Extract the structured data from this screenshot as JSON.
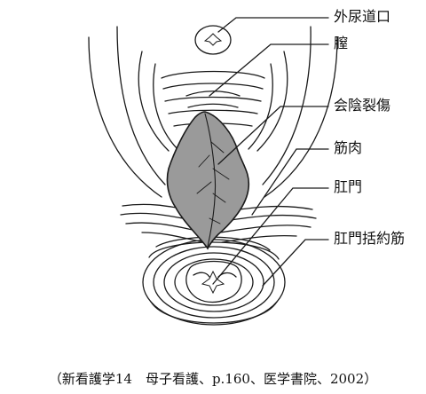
{
  "labels": {
    "external_urethral_orifice": "外尿道口",
    "vagina": "膣",
    "perineal_laceration": "会陰裂傷",
    "muscle": "筋肉",
    "anus": "肛門",
    "anal_sphincter": "肛門括約筋"
  },
  "caption": "（新看護学14　母子看護、p.160、医学書院、2002）",
  "colors": {
    "line": "#1a1a1a",
    "laceration_fill": "#9a9a9a",
    "background": "#ffffff"
  }
}
